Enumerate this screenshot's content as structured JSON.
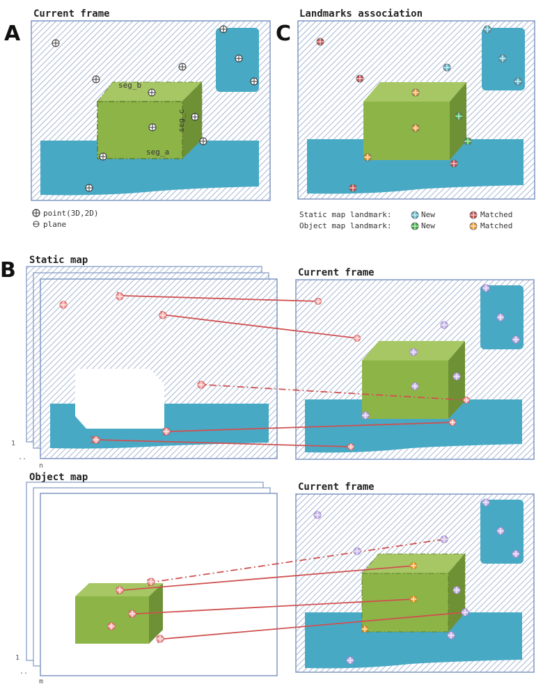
{
  "panel_labels": {
    "a": "A",
    "b": "B",
    "c": "C"
  },
  "titles": {
    "a": "Current frame",
    "c": "Landmarks association",
    "b_static": "Static map",
    "b_frame_top": "Current frame",
    "b_object": "Object map",
    "b_frame_bottom": "Current frame"
  },
  "segments": {
    "seg_a": "seg_a",
    "seg_b": "seg_b",
    "seg_c": "seg_c"
  },
  "legend_a": {
    "point": "point(3D,2D)",
    "plane": "plane"
  },
  "legend_c": {
    "static_label": "Static map landmark:",
    "object_label": "Object map landmark:",
    "new": "New",
    "matched": "Matched"
  },
  "stack_index": {
    "static_first": "1",
    "static_n": "n",
    "object_first": "1",
    "object_m": "m"
  },
  "colors": {
    "water": "#48a9c5",
    "cube_front": "#8db447",
    "cube_top": "#a6c764",
    "cube_side": "#6f9136",
    "hatch": "#8fa3c8",
    "border": "#7f96c2",
    "arrow": "#d05050",
    "static_new": "#5bb8cf",
    "static_matched": "#c84c4c",
    "object_new": "#3cb043",
    "object_matched": "#f0a030",
    "purple": "#9b82c8"
  }
}
